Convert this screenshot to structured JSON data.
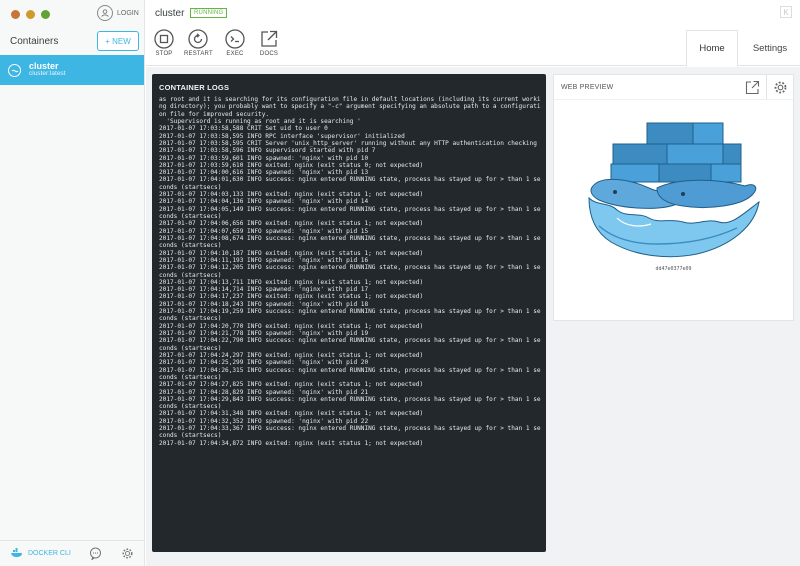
{
  "sidebar": {
    "login_label": "LOGIN",
    "title": "Containers",
    "new_button": "+ NEW",
    "containers": [
      {
        "name": "cluster",
        "image": "cluster:latest"
      }
    ],
    "docker_cli_label": "DOCKER CLI"
  },
  "header": {
    "container_name": "cluster",
    "status": "RUNNING",
    "actions": [
      {
        "label": "STOP",
        "icon": "stop-icon"
      },
      {
        "label": "RESTART",
        "icon": "restart-icon"
      },
      {
        "label": "EXEC",
        "icon": "terminal-icon"
      },
      {
        "label": "DOCS",
        "icon": "external-link-icon"
      }
    ],
    "tabs": [
      {
        "label": "Home",
        "active": true
      },
      {
        "label": "Settings",
        "active": false
      }
    ]
  },
  "logs": {
    "title": "CONTAINER LOGS",
    "text": "as root and it is searching for its configuration file in default locations (including its current working directory); you probably want to specify a \"-c\" argument specifying an absolute path to a configuration file for improved security.\n  'Supervisord is running as root and it is searching '\n2017-01-07 17:03:58,588 CRIT Set uid to user 0\n2017-01-07 17:03:58,595 INFO RPC interface 'supervisor' initialized\n2017-01-07 17:03:58,595 CRIT Server 'unix_http_server' running without any HTTP authentication checking\n2017-01-07 17:03:58,596 INFO supervisord started with pid 7\n2017-01-07 17:03:59,601 INFO spawned: 'nginx' with pid 10\n2017-01-07 17:03:59,610 INFO exited: nginx (exit status 0; not expected)\n2017-01-07 17:04:00,616 INFO spawned: 'nginx' with pid 13\n2017-01-07 17:04:01,630 INFO success: nginx entered RUNNING state, process has stayed up for > than 1 seconds (startsecs)\n2017-01-07 17:04:03,133 INFO exited: nginx (exit status 1; not expected)\n2017-01-07 17:04:04,136 INFO spawned: 'nginx' with pid 14\n2017-01-07 17:04:05,149 INFO success: nginx entered RUNNING state, process has stayed up for > than 1 seconds (startsecs)\n2017-01-07 17:04:06,656 INFO exited: nginx (exit status 1; not expected)\n2017-01-07 17:04:07,659 INFO spawned: 'nginx' with pid 15\n2017-01-07 17:04:08,674 INFO success: nginx entered RUNNING state, process has stayed up for > than 1 seconds (startsecs)\n2017-01-07 17:04:10,187 INFO exited: nginx (exit status 1; not expected)\n2017-01-07 17:04:11,193 INFO spawned: 'nginx' with pid 16\n2017-01-07 17:04:12,205 INFO success: nginx entered RUNNING state, process has stayed up for > than 1 seconds (startsecs)\n2017-01-07 17:04:13,711 INFO exited: nginx (exit status 1; not expected)\n2017-01-07 17:04:14,714 INFO spawned: 'nginx' with pid 17\n2017-01-07 17:04:17,237 INFO exited: nginx (exit status 1; not expected)\n2017-01-07 17:04:18,243 INFO spawned: 'nginx' with pid 18\n2017-01-07 17:04:19,259 INFO success: nginx entered RUNNING state, process has stayed up for > than 1 seconds (startsecs)\n2017-01-07 17:04:20,770 INFO exited: nginx (exit status 1; not expected)\n2017-01-07 17:04:21,778 INFO spawned: 'nginx' with pid 19\n2017-01-07 17:04:22,790 INFO success: nginx entered RUNNING state, process has stayed up for > than 1 seconds (startsecs)\n2017-01-07 17:04:24,297 INFO exited: nginx (exit status 1; not expected)\n2017-01-07 17:04:25,299 INFO spawned: 'nginx' with pid 20\n2017-01-07 17:04:26,315 INFO success: nginx entered RUNNING state, process has stayed up for > than 1 seconds (startsecs)\n2017-01-07 17:04:27,825 INFO exited: nginx (exit status 1; not expected)\n2017-01-07 17:04:28,829 INFO spawned: 'nginx' with pid 21\n2017-01-07 17:04:29,843 INFO success: nginx entered RUNNING state, process has stayed up for > than 1 seconds (startsecs)\n2017-01-07 17:04:31,348 INFO exited: nginx (exit status 1; not expected)\n2017-01-07 17:04:32,352 INFO spawned: 'nginx' with pid 22\n2017-01-07 17:04:33,367 INFO success: nginx entered RUNNING state, process has stayed up for > than 1 seconds (startsecs)\n2017-01-07 17:04:34,872 INFO exited: nginx (exit status 1; not expected)"
  },
  "preview": {
    "title": "WEB PREVIEW",
    "hostname": "dd47e0377e09"
  },
  "colors": {
    "accent": "#3eb6e3",
    "running": "#65b545",
    "log_bg": "#22282c"
  }
}
